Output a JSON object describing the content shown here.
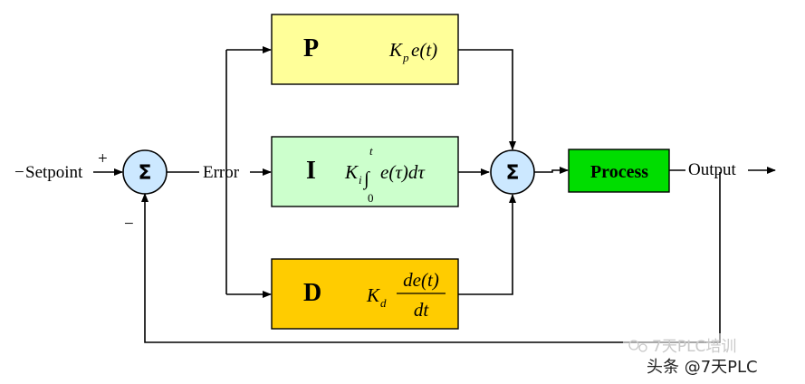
{
  "diagram": {
    "setpoint_label": "Setpoint",
    "setpoint_minus": "−",
    "plus_sign": "+",
    "minus_sign": "−",
    "sum_symbol": "Σ",
    "error_label": "Error",
    "output_label": "Output",
    "process_label": "Process",
    "blocks": {
      "p": {
        "letter": "P",
        "gain": "K",
        "gain_sub": "p",
        "expr": "e(t)"
      },
      "i": {
        "letter": "I",
        "gain": "K",
        "gain_sub": "i",
        "integral": "∫",
        "upper": "t",
        "lower": "0",
        "expr": "e(τ)dτ"
      },
      "d": {
        "letter": "D",
        "gain": "K",
        "gain_sub": "d",
        "numerator": "de(t)",
        "denominator": "dt"
      }
    },
    "colors": {
      "p_block": "#ffff99",
      "i_block": "#ccffcc",
      "d_block": "#ffcc00",
      "process_block": "#00dd00",
      "summing_junction": "#cce8ff"
    }
  },
  "watermark": {
    "faint_text": "7天PLC培训",
    "main_text": "头条 @7天PLC"
  }
}
